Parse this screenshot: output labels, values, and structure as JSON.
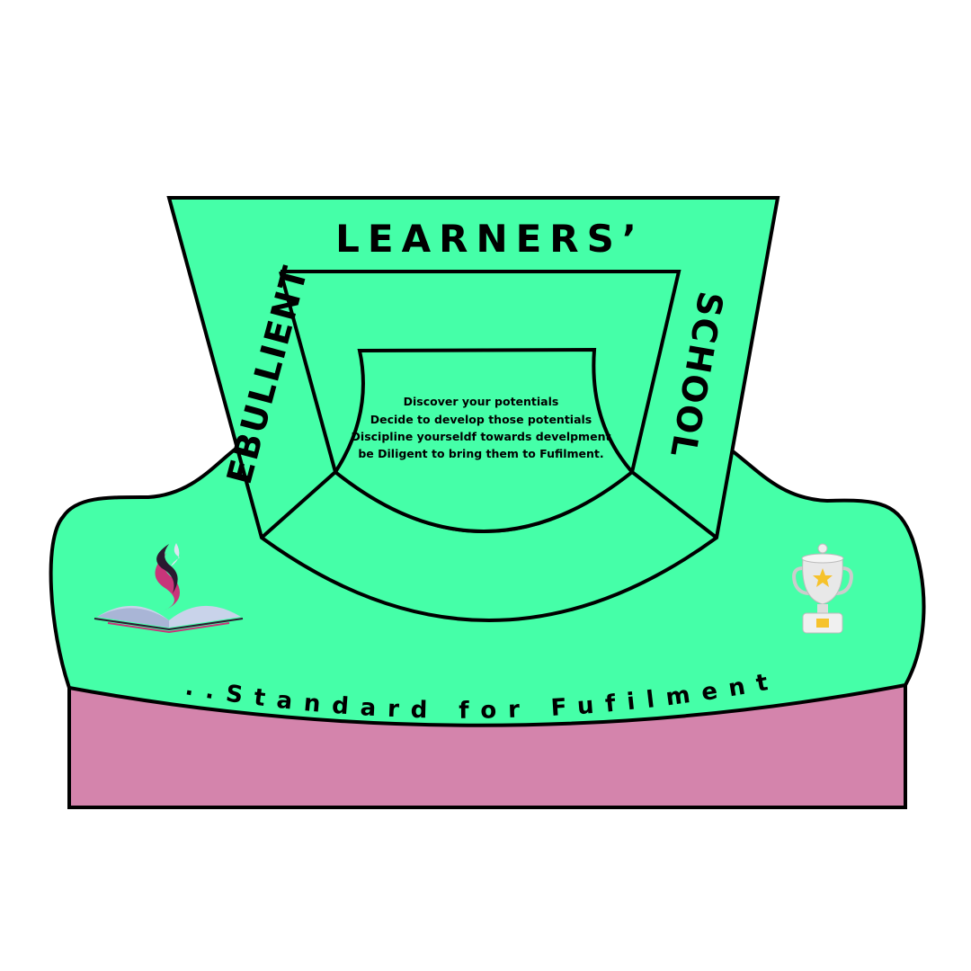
{
  "colors": {
    "green": "#45FFA8",
    "pink": "#D484AC",
    "outline": "#000000"
  },
  "title_top": "LEARNERS’",
  "title_left": "EBULLIENT",
  "title_right": "SCHOOL",
  "motto": "..Standard for Fufilment",
  "creed": [
    "Discover your potentials",
    "Decide to develop those potentials",
    "Discipline yourseldf towards develpment",
    "be Diligent to bring them to Fufilment."
  ],
  "icons": {
    "logo": "book-flame-logo",
    "right": "trophy-star-icon"
  }
}
